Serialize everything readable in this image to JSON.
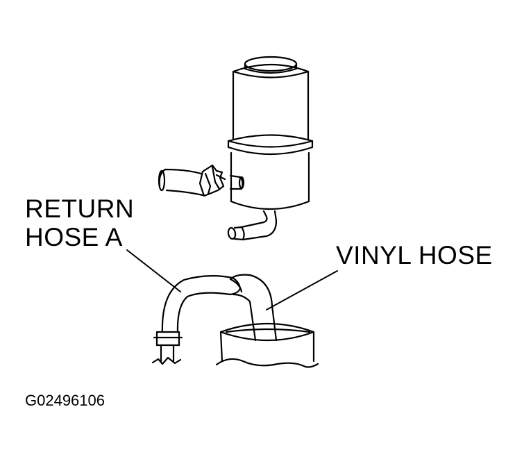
{
  "labels": {
    "return_hose_line1": "RETURN",
    "return_hose_line2": "HOSE A",
    "vinyl_hose": "VINYL HOSE"
  },
  "figure_id": "G02496106",
  "icons": {
    "reservoir": "power-steering-reservoir-icon",
    "return_hose": "return-hose-icon",
    "vinyl_hose": "vinyl-hose-icon",
    "container": "container-icon"
  },
  "colors": {
    "line": "#000000",
    "background": "#ffffff"
  }
}
